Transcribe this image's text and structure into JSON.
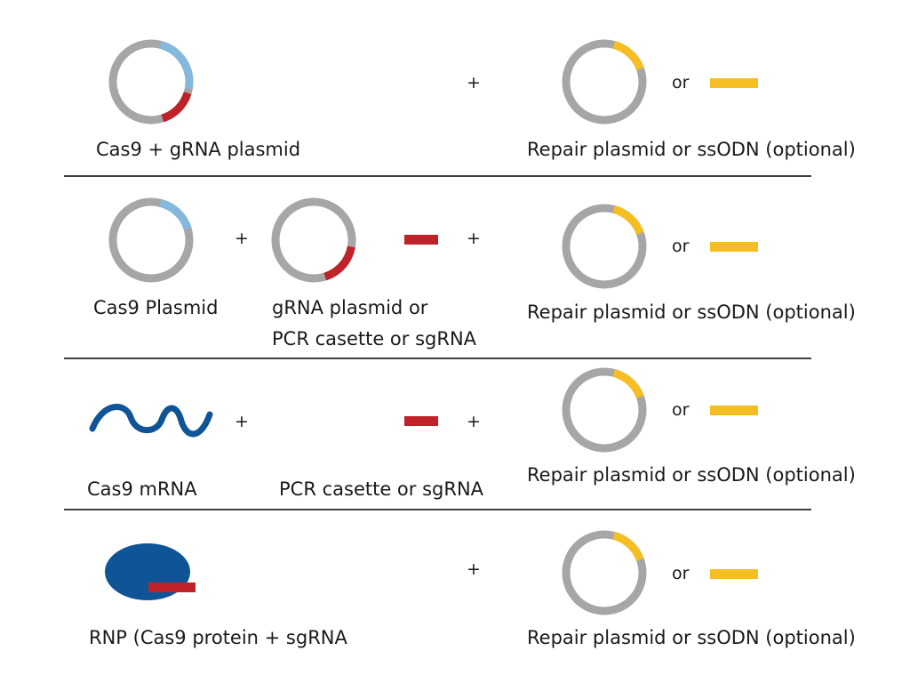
{
  "colors": {
    "plasmid_ring": "#a6a6a6",
    "cas9_segment": "#85b8dd",
    "grna_segment": "#bf2228",
    "repair_segment": "#f5be22",
    "ssodn": "#f5be22",
    "mrna": "#0f5496",
    "rnp_protein": "#0f5496",
    "divider": "#000000"
  },
  "rows": [
    {
      "labels": {
        "cas9_grna_plasmid": "Cas9 + gRNA  plasmid",
        "repair": "Repair plasmid or ssODN (optional)"
      },
      "plus": "+",
      "or": "or"
    },
    {
      "labels": {
        "cas9_plasmid": "Cas9 Plasmid",
        "grna_line1": "gRNA  plasmid or",
        "grna_line2": "PCR casette or sgRNA",
        "repair": "Repair plasmid or ssODN (optional)"
      },
      "plus_a": "+",
      "plus_b": "+",
      "or": "or"
    },
    {
      "labels": {
        "cas9_mrna": "Cas9 mRNA",
        "pcr_sgrna": "PCR casette or sgRNA",
        "repair": "Repair plasmid or ssODN (optional)"
      },
      "plus_a": "+",
      "plus_b": "+",
      "or": "or"
    },
    {
      "labels": {
        "rnp": "RNP (Cas9 protein + sgRNA",
        "repair": "Repair plasmid or ssODN (optional)"
      },
      "plus": "+",
      "or": "or"
    }
  ]
}
